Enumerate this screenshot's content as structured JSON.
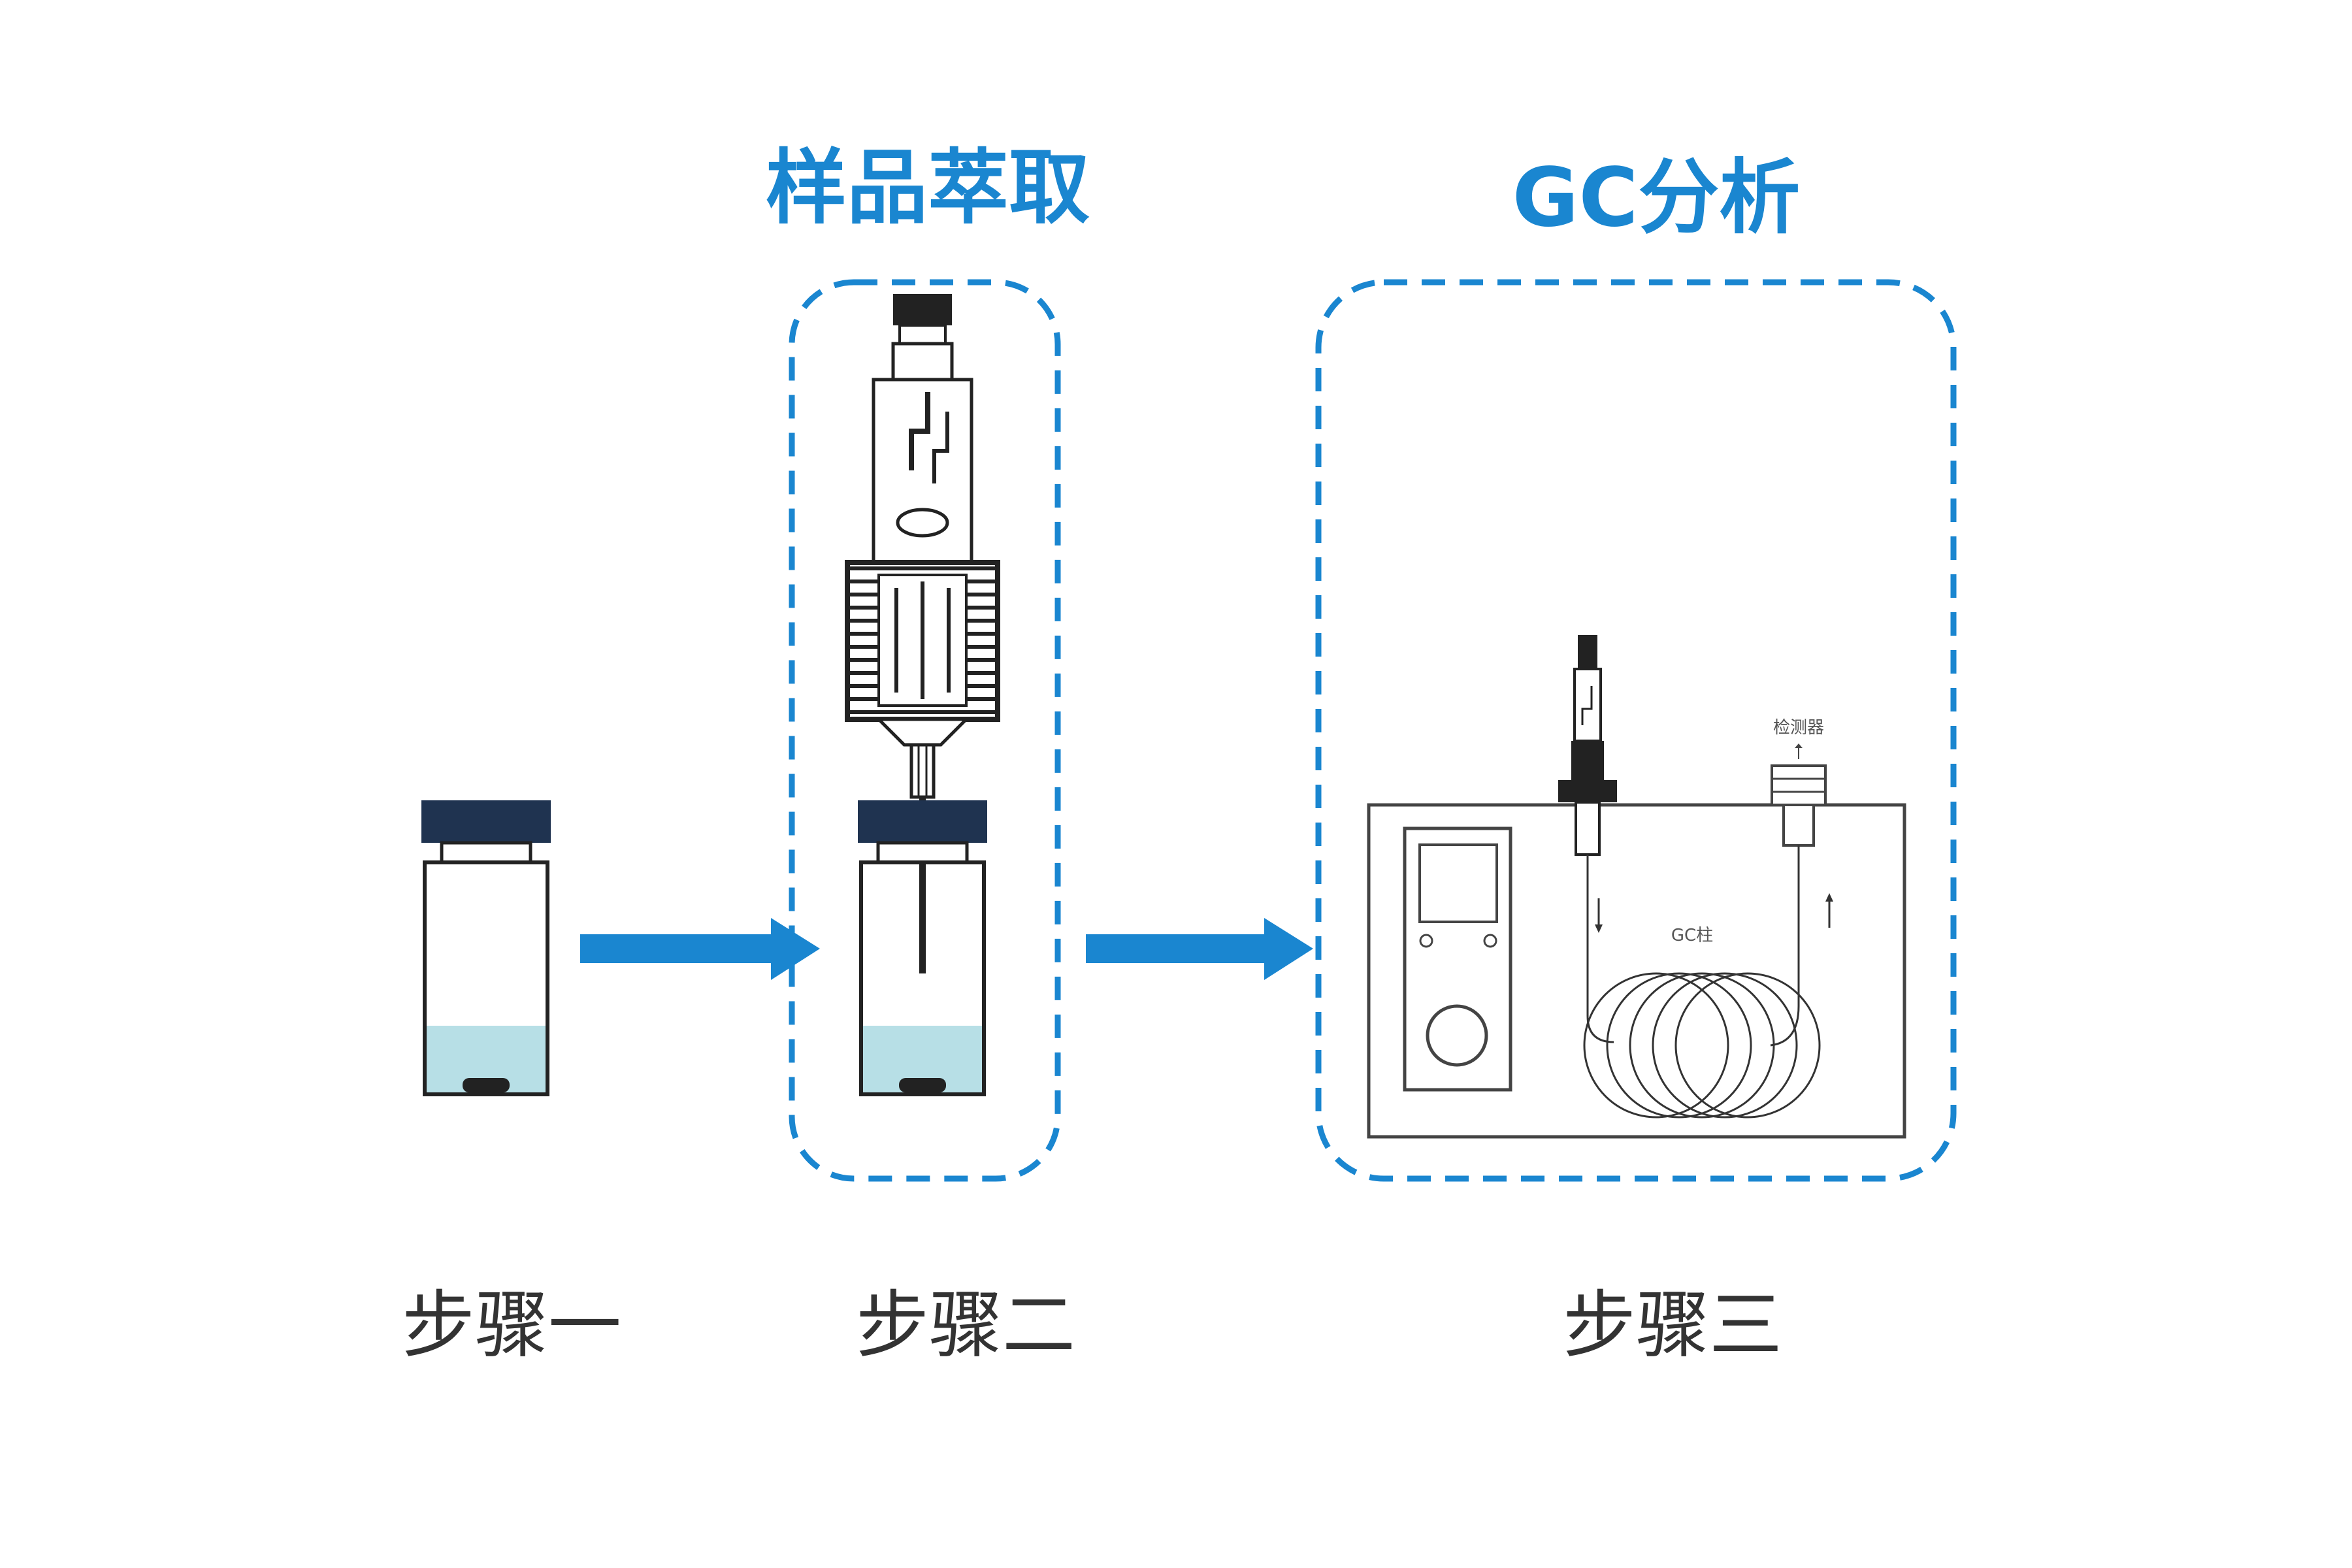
{
  "titles": {
    "extraction": "样品萃取",
    "gc_analysis": "GC分析"
  },
  "steps": {
    "step1": "步骤一",
    "step2": "步骤二",
    "step3": "步骤三"
  },
  "instrument_labels": {
    "detector": "检测器",
    "column": "GC柱"
  },
  "colors": {
    "accent": "#1a86d0",
    "vial_cap": "#1f3350",
    "liquid": "#b7dfe6",
    "outline": "#222222"
  }
}
